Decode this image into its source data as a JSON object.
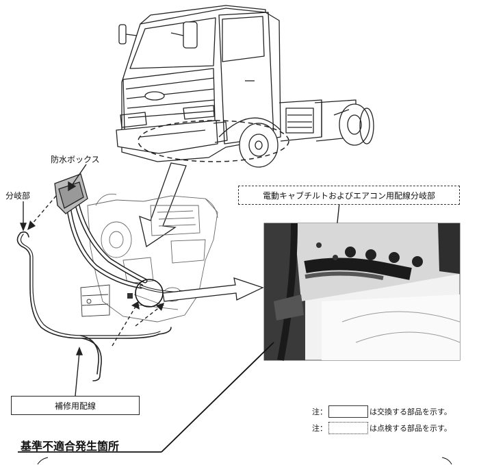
{
  "labels": {
    "waterproof_box": "防水ボックス",
    "branch": "分岐部",
    "harness_branch": "電動キャブチルトおよびエアコン用配線分岐部",
    "repair_wiring": "補修用配線",
    "nonconformity_location": "基準不適合発生箇所"
  },
  "notes": {
    "prefix": "注：",
    "replace": "は交換する部品を示す。",
    "inspect": "は点検する部品を示す。"
  }
}
